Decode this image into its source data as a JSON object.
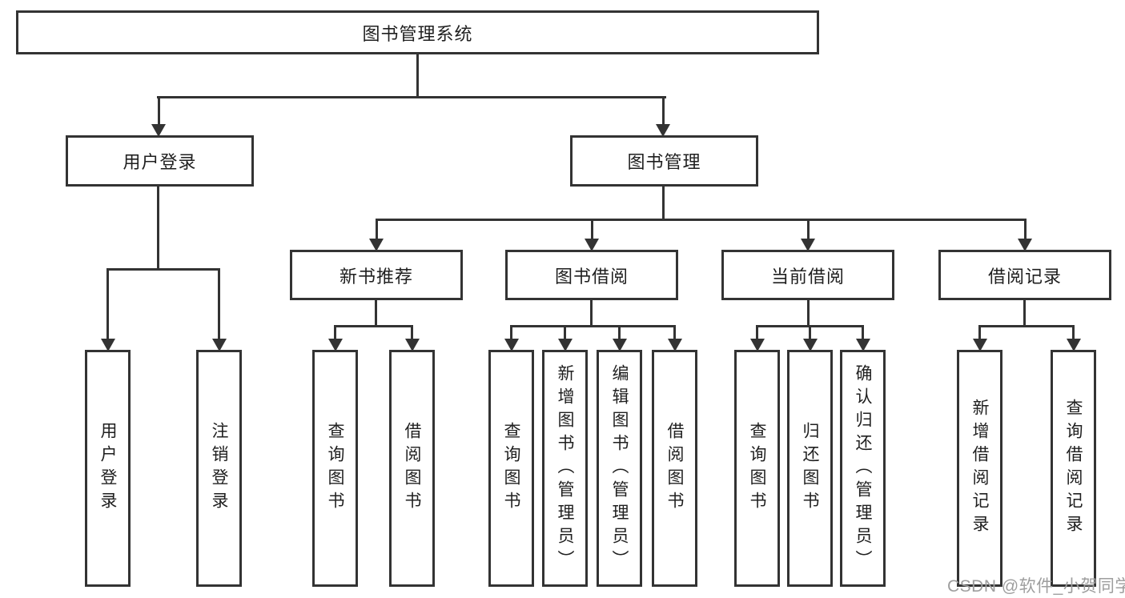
{
  "nodes": {
    "root": "图书管理系统",
    "userLogin": "用户登录",
    "bookManagement": "图书管理",
    "newBookRecommend": "新书推荐",
    "bookBorrowing": "图书借阅",
    "currentBorrowing": "当前借阅",
    "borrowingRecords": "借阅记录",
    "leafUserLogin": "用户登录",
    "leafLogout": "注销登录",
    "leafRecQueryBooks": "查询图书",
    "leafRecBorrowBooks": "借阅图书",
    "leafBbQueryBooks": "查询图书",
    "leafBbAddBooks": "新增图书（管理员）",
    "leafBbEditBooks": "编辑图书（管理员）",
    "leafBbBorrowBooks": "借阅图书",
    "leafCbQueryBooks": "查询图书",
    "leafCbReturnBooks": "归还图书",
    "leafCbConfirmReturn": "确认归还（管理员）",
    "leafBrAddRecord": "新增借阅记录",
    "leafBrQueryRecord": "查询借阅记录"
  },
  "watermark": {
    "text": "CSDN @软件_小贺同学",
    "color": "#9e9e9e"
  },
  "colors": {
    "line": "#333333",
    "box_border": "#333333",
    "text": "#1f1f1f",
    "background": "#ffffff"
  }
}
